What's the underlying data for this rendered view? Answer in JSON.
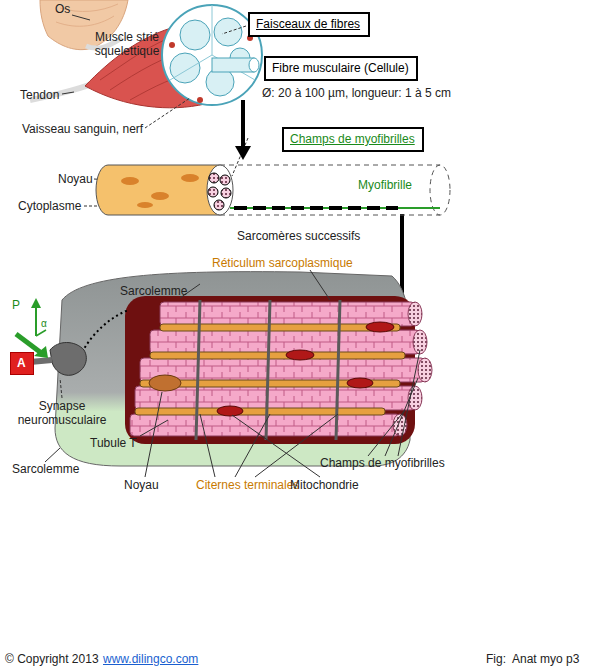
{
  "diagram": {
    "nodes": [
      {
        "text": [
          "Faisceaux de fibres"
        ]
      },
      {
        "text": [
          "Fibre musculaire (Cellule)"
        ]
      },
      {
        "text": [
          "Champs de myofibrilles"
        ]
      },
      {
        "text": [
          "A"
        ]
      }
    ],
    "labels": [
      "Os",
      "Muscle strié squelettique",
      "Tendon",
      "Vaisseau sanguin, nerf",
      "Ø: 20 à 100 µm, longueur: 1 à 5 cm",
      "Noyau",
      "Cytoplasme",
      "Myofibrille",
      "Sarcomères successifs",
      "Réticulum sarcoplasmique",
      "Sarcolemme",
      "P",
      "α",
      "Synapse neuromusculaire",
      "Tubule T",
      "Sarcolemme",
      "Noyau",
      "Citernes terminales",
      "Mitochondrie",
      "Champs de myofibrilles",
      "© Copyright 2013",
      "www.dilingco.com",
      "Fig:  Anat myo p3"
    ]
  }
}
